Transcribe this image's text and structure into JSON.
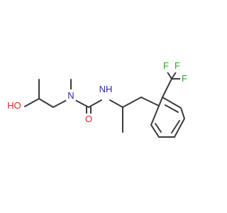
{
  "molecule": {
    "atom_labels": {
      "ho": "HO",
      "n_methyl": "N",
      "o_carbonyl": "O",
      "nh": "NH",
      "f_top_left": "F",
      "f_top_right": "F",
      "f_side": "F"
    }
  },
  "colors": {
    "bond": "#3a3a3a",
    "oxygen": "#e0242a",
    "nitrogen": "#2a2aa8",
    "fluorine": "#2aa52a"
  }
}
